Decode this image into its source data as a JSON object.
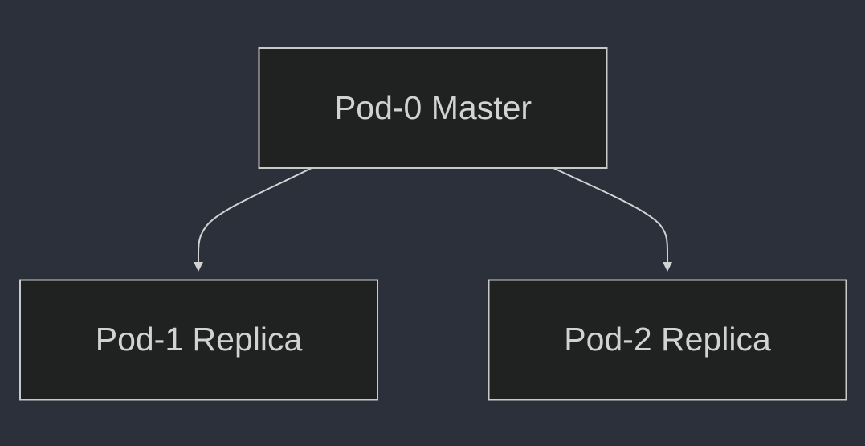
{
  "colors": {
    "background": "#2b303b",
    "node_fill": "#202221",
    "node_stroke": "#c9c9c9",
    "text": "#d2d2d2",
    "edge": "#d2d2d2"
  },
  "nodes": {
    "master": {
      "label": "Pod-0 Master"
    },
    "replica1": {
      "label": "Pod-1 Replica"
    },
    "replica2": {
      "label": "Pod-2 Replica"
    }
  },
  "edges": [
    {
      "from": "master",
      "to": "replica1"
    },
    {
      "from": "master",
      "to": "replica2"
    }
  ]
}
